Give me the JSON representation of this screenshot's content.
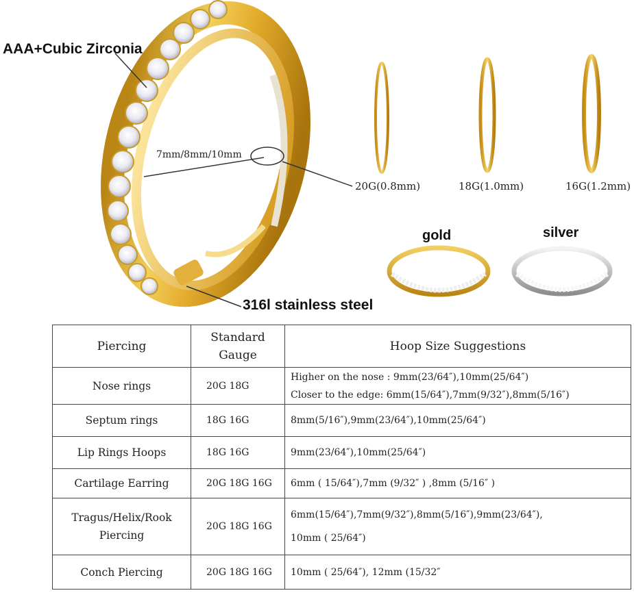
{
  "callouts": {
    "stone": "AAA+Cubic Zirconia",
    "diameter": "7mm/8mm/10mm",
    "material": "316l stainless steel"
  },
  "gauges": [
    {
      "label": "20G(0.8mm)"
    },
    {
      "label": "18G(1.0mm)"
    },
    {
      "label": "16G(1.2mm)"
    }
  ],
  "colors": {
    "gold_label": "gold",
    "silver_label": "silver",
    "gold_hex": "#d9a62c",
    "silver_hex": "#c9c9c9"
  },
  "table": {
    "headers": {
      "piercing": "Piercing",
      "gauge_line1": "Standard",
      "gauge_line2": "Gauge",
      "suggestions": "Hoop Size Suggestions"
    },
    "rows": [
      {
        "piercing": [
          "Nose rings"
        ],
        "gauge": "20G 18G",
        "suggestions": [
          "Higher on the nose : 9mm(23/64″),10mm(25/64″)",
          "Closer to the edge: 6mm(15/64″),7mm(9/32″),8mm(5/16″)"
        ]
      },
      {
        "piercing": [
          "Septum rings"
        ],
        "gauge": "18G 16G",
        "suggestions": [
          "8mm(5/16″),9mm(23/64″),10mm(25/64″)"
        ]
      },
      {
        "piercing": [
          "Lip Rings Hoops"
        ],
        "gauge": "18G 16G",
        "suggestions": [
          "9mm(23/64″),10mm(25/64″)"
        ]
      },
      {
        "piercing": [
          "Cartilage Earring"
        ],
        "gauge": "20G 18G 16G",
        "suggestions": [
          "6mm ( 15/64″),7mm (9/32″ ) ,8mm (5/16″ )"
        ]
      },
      {
        "piercing": [
          "Tragus/Helix/Rook",
          "Piercing"
        ],
        "gauge": "20G 18G 16G",
        "suggestions": [
          "6mm(15/64″),7mm(9/32″),8mm(5/16″),9mm(23/64″),",
          "10mm ( 25/64″)"
        ]
      },
      {
        "piercing": [
          "Conch Piercing"
        ],
        "gauge": "20G 18G 16G",
        "suggestions": [
          "10mm ( 25/64″), 12mm (15/32″"
        ]
      }
    ]
  }
}
